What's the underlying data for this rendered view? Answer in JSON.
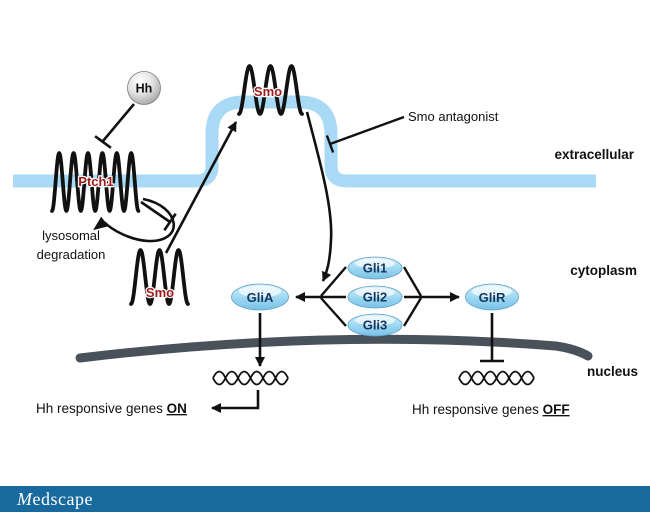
{
  "labels": {
    "hh": "Hh",
    "ptch1": "Ptch1",
    "smo_membrane": "Smo",
    "smo_cytoplasm": "Smo",
    "smo_antagonist": "Smo antagonist",
    "lysosomal_line1": "lysosomal",
    "lysosomal_line2": "degradation",
    "gli1": "Gli1",
    "gli2": "Gli2",
    "gli3": "Gli3",
    "glia": "GliA",
    "glir": "GliR",
    "extracellular": "extracellular",
    "cytoplasm": "cytoplasm",
    "nucleus": "nucleus",
    "genes_on_prefix": "Hh responsive genes ",
    "genes_on_state": "ON",
    "genes_off_prefix": "Hh responsive genes ",
    "genes_off_state": "OFF"
  },
  "footer": {
    "logo_m": "M",
    "logo_rest": "edscape"
  },
  "colors": {
    "membrane_blue": "#a8daf5",
    "nuclear_envelope_gray": "#49525b",
    "receptor_label_red": "#9e1a1a",
    "gli_oval_blue": "#9fd9f3",
    "gli_text_navy": "#17365d",
    "footer_bar_blue": "#17699e",
    "hh_sphere_gray": "#b5b5b5"
  }
}
